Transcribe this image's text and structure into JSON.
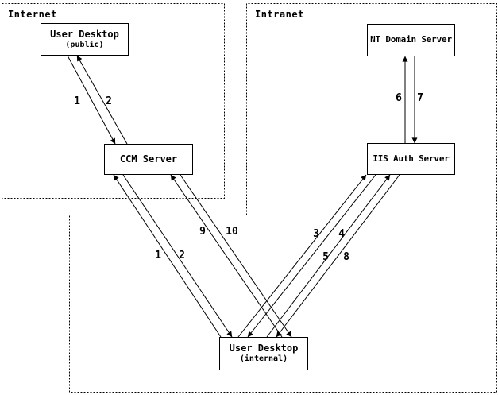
{
  "diagram": {
    "colors": {
      "foreground": "#000000",
      "background": "#ffffff"
    },
    "regions": [
      {
        "label": "Internet"
      },
      {
        "label": "Intranet"
      }
    ],
    "nodes": [
      {
        "name": "User Desktop",
        "qualifier": "(public)",
        "region": "Internet"
      },
      {
        "name": "CCM Server",
        "region": "Internet"
      },
      {
        "name": "NT Domain Server",
        "region": "Intranet"
      },
      {
        "name": "IIS Auth Server",
        "region": "Intranet"
      },
      {
        "name": "User Desktop",
        "qualifier": "(internal)",
        "region": "Intranet"
      }
    ],
    "edges": [
      {
        "label": "1",
        "from": "User Desktop (public)",
        "to": "CCM Server"
      },
      {
        "label": "2",
        "from": "CCM Server",
        "to": "User Desktop (public)"
      },
      {
        "label": "1",
        "from": "User Desktop (internal)",
        "to": "CCM Server"
      },
      {
        "label": "2",
        "from": "CCM Server",
        "to": "User Desktop (internal)"
      },
      {
        "label": "9",
        "from": "User Desktop (internal)",
        "to": "CCM Server"
      },
      {
        "label": "10",
        "from": "CCM Server",
        "to": "User Desktop (internal)"
      },
      {
        "label": "3",
        "from": "User Desktop (internal)",
        "to": "IIS Auth Server"
      },
      {
        "label": "4",
        "from": "IIS Auth Server",
        "to": "User Desktop (internal)"
      },
      {
        "label": "5",
        "from": "User Desktop (internal)",
        "to": "IIS Auth Server"
      },
      {
        "label": "8",
        "from": "IIS Auth Server",
        "to": "User Desktop (internal)"
      },
      {
        "label": "6",
        "from": "IIS Auth Server",
        "to": "NT Domain Server"
      },
      {
        "label": "7",
        "from": "NT Domain Server",
        "to": "IIS Auth Server"
      }
    ]
  }
}
